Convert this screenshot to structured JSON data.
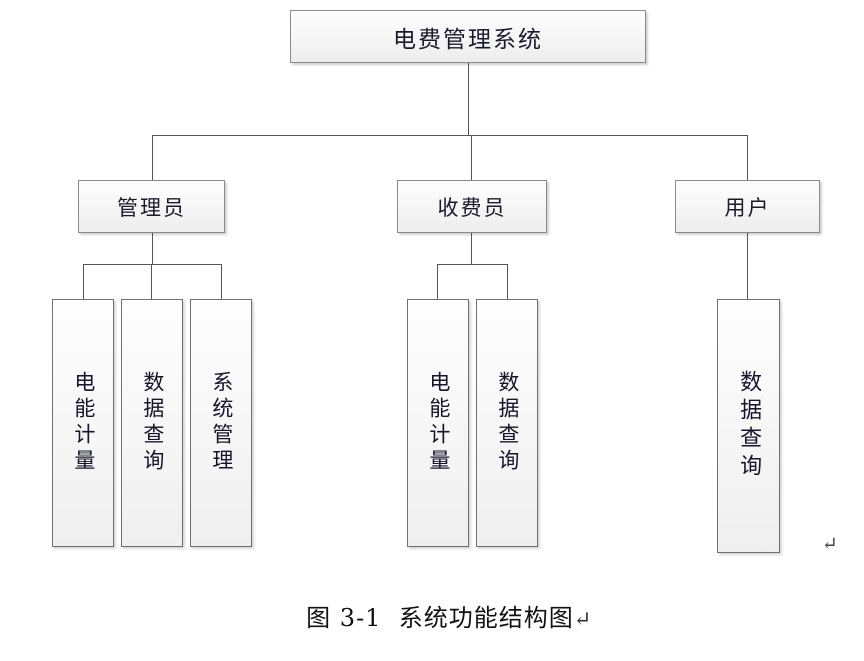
{
  "diagram": {
    "type": "tree",
    "title": "电费管理系统功能结构图",
    "root": {
      "label": "电费管理系统"
    },
    "level2": [
      {
        "label": "管理员"
      },
      {
        "label": "收费员"
      },
      {
        "label": "用户"
      }
    ],
    "leaves_admin": [
      {
        "label": "电能计量"
      },
      {
        "label": "数据查询"
      },
      {
        "label": "系统管理"
      }
    ],
    "leaves_cashier": [
      {
        "label": "电能计量"
      },
      {
        "label": "数据查询"
      }
    ],
    "leaves_user": [
      {
        "label": "数据查询"
      }
    ]
  },
  "caption": {
    "figure_number": "图 3-1",
    "separator": "  ",
    "text": "系统功能结构图",
    "pilcrow": "↵"
  },
  "marks": {
    "right_return": "↵"
  },
  "colors": {
    "box_border": "#8f8f8f",
    "leaf_border": "#6f6f6f",
    "line": "#555555",
    "text": "#15152b",
    "background": "#ffffff"
  }
}
